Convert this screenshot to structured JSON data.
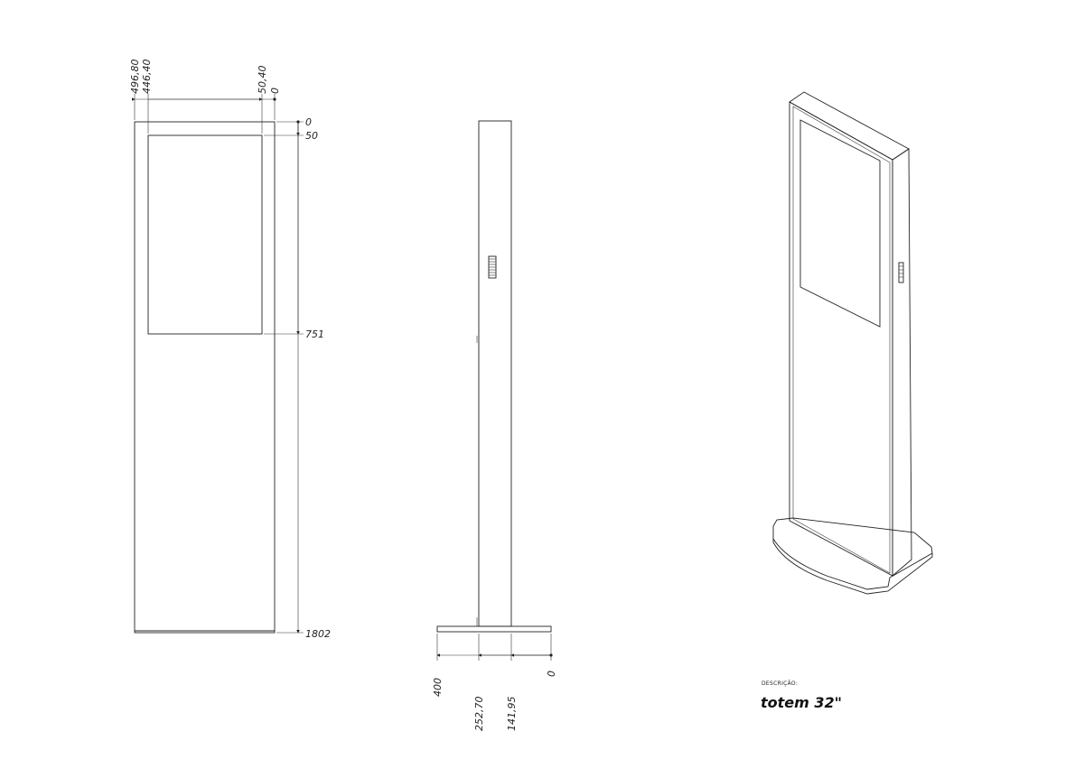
{
  "front_view": {
    "dims_top": [
      "496,80",
      "446,40",
      "50,40",
      "0"
    ],
    "dims_right": [
      "0",
      "50",
      "751",
      "1802"
    ]
  },
  "side_view": {
    "dims_bottom": [
      "400",
      "252,70",
      "141,95",
      "0"
    ]
  },
  "title_block": {
    "description_label": "DESCRIÇÃO:",
    "description_value": "totem 32\""
  }
}
